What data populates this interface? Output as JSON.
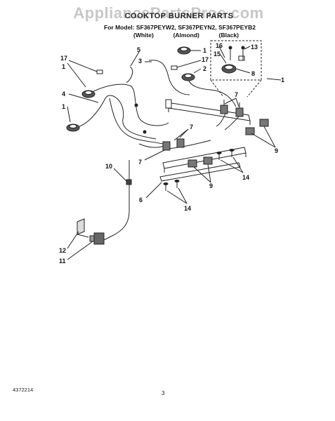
{
  "watermark": "AppliancePartsPros.com",
  "header": {
    "title": "COOKTOP BURNER PARTS",
    "models": "For Model: SF367PEYW2, SF367PEYN2, SF367PEYB2",
    "colors": [
      "(White)",
      "(Almond)",
      "(Black)"
    ]
  },
  "callouts": [
    "1",
    "1",
    "1",
    "1",
    "2",
    "3",
    "4",
    "5",
    "6",
    "7",
    "7",
    "7",
    "8",
    "9",
    "9",
    "10",
    "11",
    "12",
    "13",
    "14",
    "14",
    "15",
    "16",
    "17",
    "17"
  ],
  "footer": {
    "doc_number": "4372214",
    "page": "3"
  }
}
